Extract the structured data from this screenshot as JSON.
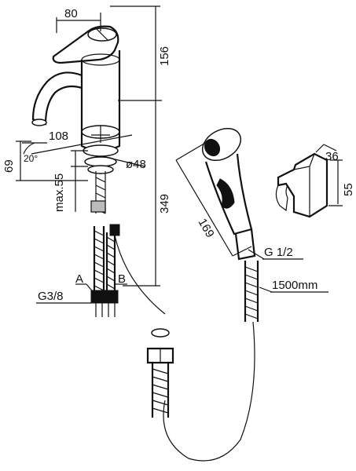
{
  "dimensions": {
    "lever_width": "80",
    "total_height": "156",
    "spout_reach": "108",
    "spout_angle": "20°",
    "spout_height": "69",
    "max_deck": "max.55",
    "base_diameter": "ø48",
    "hose_length_upper": "349",
    "handshower_length": "169",
    "holder_width": "36",
    "holder_height": "55"
  },
  "callouts": {
    "hose_a": "A",
    "hose_b": "B",
    "connection_faucet": "G3/8",
    "connection_shower": "G 1/2",
    "shower_hose_length": "1500mm"
  }
}
